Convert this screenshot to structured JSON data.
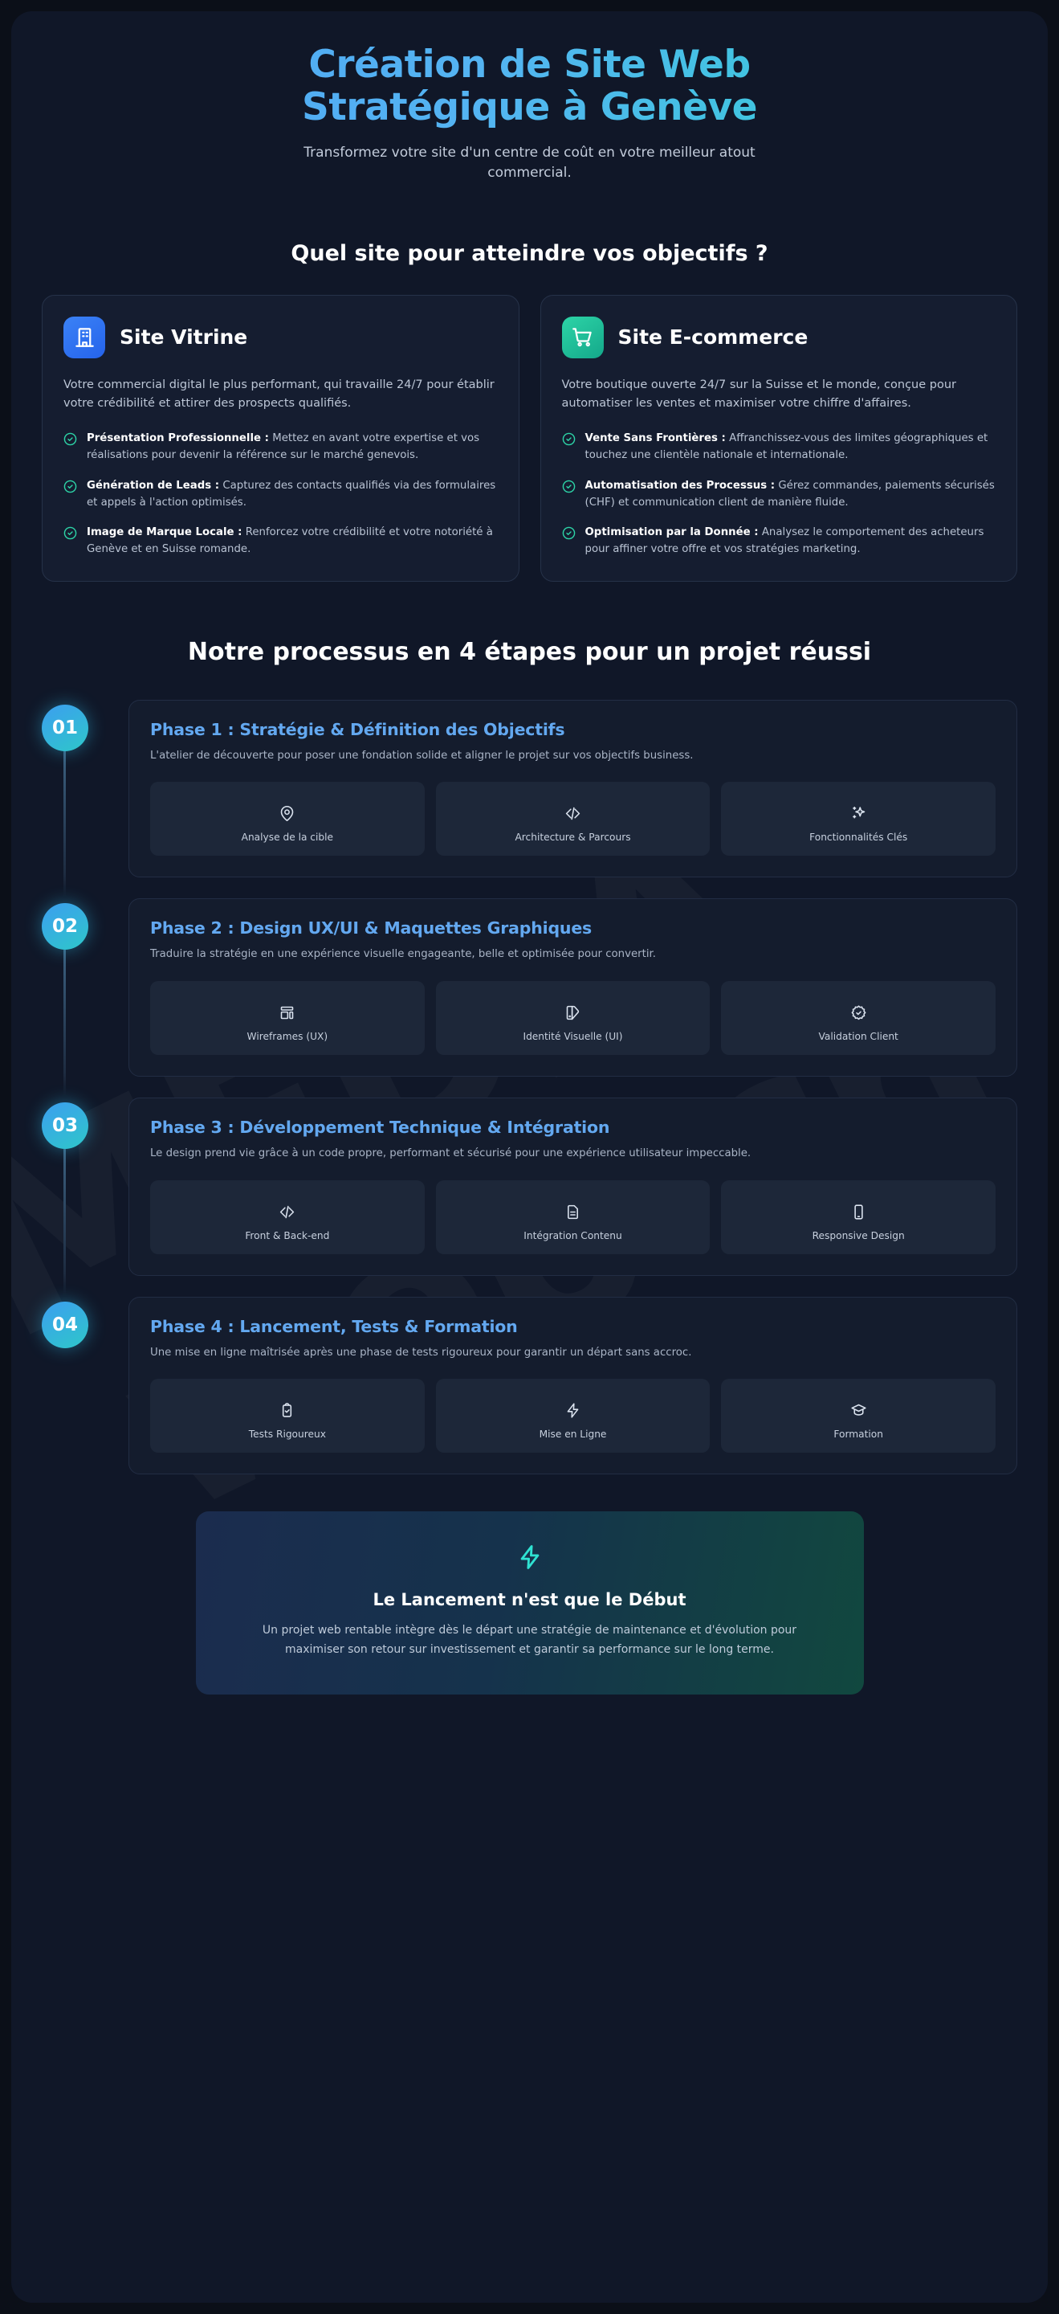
{
  "watermark": {
    "line1": "MEDIA",
    "line2": "web.ch"
  },
  "hero": {
    "title_line1": "Création de Site Web",
    "title_line2": "Stratégique à Genève",
    "subtitle": "Transformez votre site d'un centre de coût en votre meilleur atout commercial."
  },
  "section_titles": {
    "objectifs": "Quel site pour atteindre vos objectifs ?",
    "processus": "Notre processus en 4 étapes pour un projet réussi"
  },
  "cards": [
    {
      "icon": "building-icon",
      "title": "Site Vitrine",
      "desc": "Votre commercial digital le plus performant, qui travaille 24/7 pour établir votre crédibilité et attirer des prospects qualifiés.",
      "bullets": [
        {
          "label": "Présentation Professionnelle :",
          "text": " Mettez en avant votre expertise et vos réalisations pour devenir la référence sur le marché genevois."
        },
        {
          "label": "Génération de Leads :",
          "text": " Capturez des contacts qualifiés via des formulaires et appels à l'action optimisés."
        },
        {
          "label": "Image de Marque Locale :",
          "text": " Renforcez votre crédibilité et votre notoriété à Genève et en Suisse romande."
        }
      ]
    },
    {
      "icon": "shopping-cart-icon",
      "title": "Site E-commerce",
      "desc": "Votre boutique ouverte 24/7 sur la Suisse et le monde, conçue pour automatiser les ventes et maximiser votre chiffre d'affaires.",
      "bullets": [
        {
          "label": "Vente Sans Frontières :",
          "text": " Affranchissez-vous des limites géographiques et touchez une clientèle nationale et internationale."
        },
        {
          "label": "Automatisation des Processus :",
          "text": " Gérez commandes, paiements sécurisés (CHF) et communication client de manière fluide."
        },
        {
          "label": "Optimisation par la Donnée :",
          "text": " Analysez le comportement des acheteurs pour affiner votre offre et vos stratégies marketing."
        }
      ]
    }
  ],
  "steps": [
    {
      "number": "01",
      "title": "Phase 1 : Stratégie & Définition des Objectifs",
      "desc": "L'atelier de découverte pour poser une fondation solide et aligner le projet sur vos objectifs business.",
      "chips": [
        {
          "icon": "map-pin-icon",
          "label": "Analyse de la cible"
        },
        {
          "icon": "code-icon",
          "label": "Architecture & Parcours"
        },
        {
          "icon": "sparkles-icon",
          "label": "Fonctionnalités Clés"
        }
      ]
    },
    {
      "number": "02",
      "title": "Phase 2 : Design UX/UI & Maquettes Graphiques",
      "desc": "Traduire la stratégie en une expérience visuelle engageante, belle et optimisée pour convertir.",
      "chips": [
        {
          "icon": "layout-icon",
          "label": "Wireframes (UX)"
        },
        {
          "icon": "palette-icon",
          "label": "Identité Visuelle (UI)"
        },
        {
          "icon": "badge-check-icon",
          "label": "Validation Client"
        }
      ]
    },
    {
      "number": "03",
      "title": "Phase 3 : Développement Technique & Intégration",
      "desc": "Le design prend vie grâce à un code propre, performant et sécurisé pour une expérience utilisateur impeccable.",
      "chips": [
        {
          "icon": "code-icon",
          "label": "Front & Back-end"
        },
        {
          "icon": "file-text-icon",
          "label": "Intégration Contenu"
        },
        {
          "icon": "smartphone-icon",
          "label": "Responsive Design"
        }
      ]
    },
    {
      "number": "04",
      "title": "Phase 4 : Lancement, Tests & Formation",
      "desc": "Une mise en ligne maîtrisée après une phase de tests rigoureux pour garantir un départ sans accroc.",
      "chips": [
        {
          "icon": "clipboard-check-icon",
          "label": "Tests Rigoureux"
        },
        {
          "icon": "zap-icon",
          "label": "Mise en Ligne"
        },
        {
          "icon": "graduation-cap-icon",
          "label": "Formation"
        }
      ]
    }
  ],
  "cta": {
    "icon": "zap-icon",
    "title": "Le Lancement n'est que le Début",
    "text": "Un projet web rentable intègre dès le départ une stratégie de maintenance et d'évolution pour maximiser son retour sur investissement et garantir sa performance sur le long terme."
  },
  "colors": {
    "accent_blue": "#63a8f0",
    "accent_teal": "#2dd4a7",
    "background": "#101728",
    "card": "#151d30"
  }
}
